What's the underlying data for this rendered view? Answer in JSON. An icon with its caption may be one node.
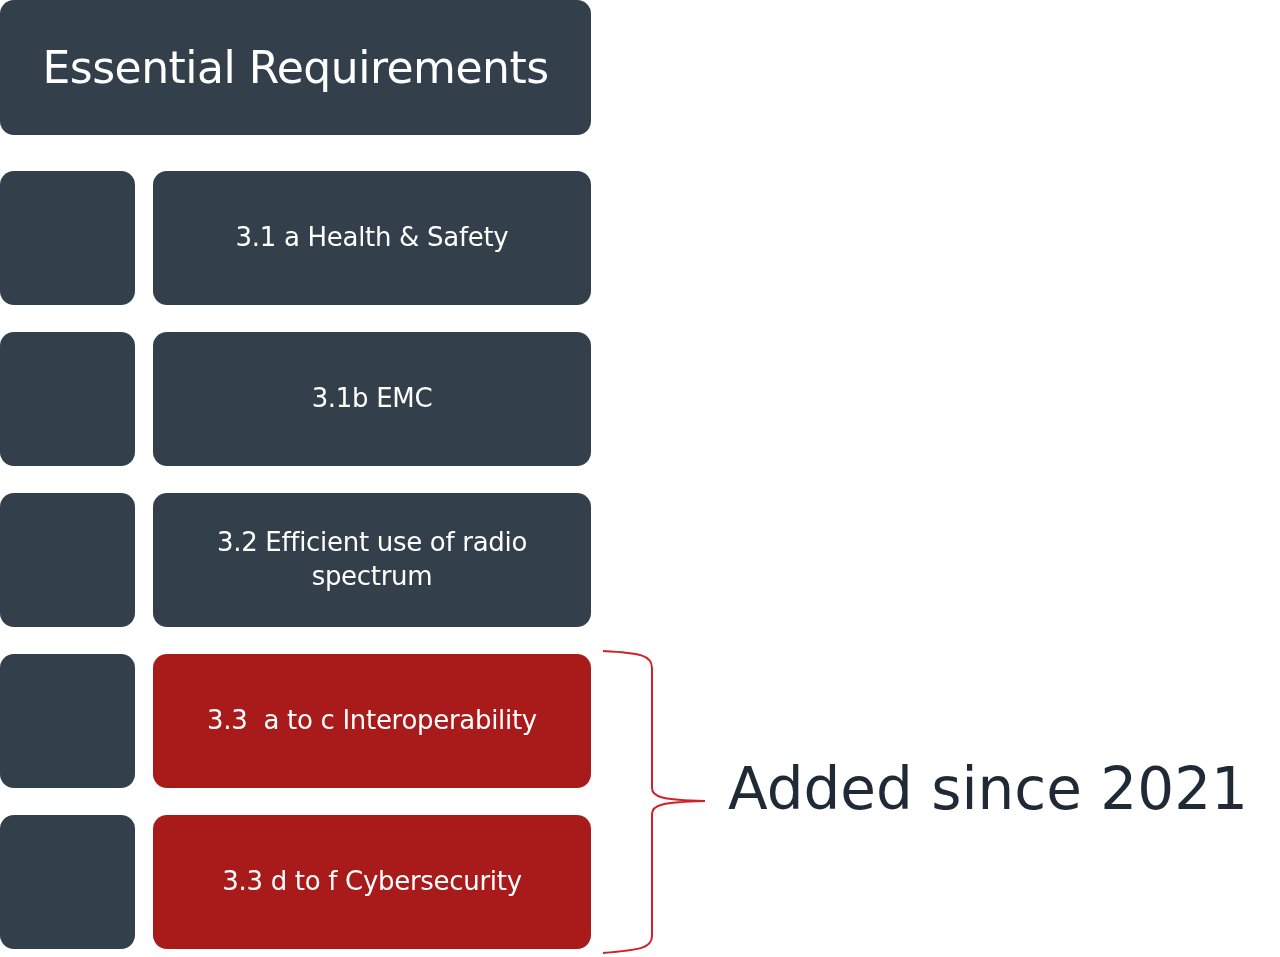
{
  "diagram": {
    "nodes": [
      {
        "text": [
          "Essential Requirements"
        ]
      },
      {
        "text": [],
        "shape": "box"
      },
      {
        "text": [
          "3.1 a Health & Safety"
        ]
      },
      {
        "text": [],
        "shape": "box"
      },
      {
        "text": [
          "3.1b EMC"
        ]
      },
      {
        "text": [],
        "shape": "box"
      },
      {
        "text": [
          "3.2 Efficient use of radio spectrum"
        ]
      },
      {
        "text": [],
        "shape": "box"
      },
      {
        "text": [
          "3.3  a to c Interoperability"
        ]
      },
      {
        "text": [],
        "shape": "box"
      },
      {
        "text": [
          "3.3 d to f Cybersecurity"
        ]
      }
    ],
    "labels": [
      "Added since 2021"
    ]
  }
}
